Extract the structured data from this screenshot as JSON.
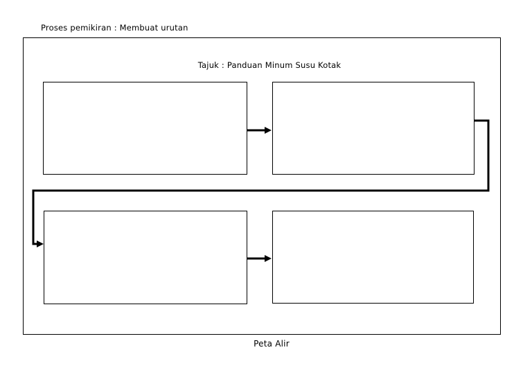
{
  "slide": {
    "header_label": "Proses pemikiran : Membuat urutan",
    "title": "Tajuk : Panduan Minum Susu Kotak",
    "footer_label": "Peta Alir",
    "boxes": [
      {
        "id": "step-1",
        "position": "top-left",
        "content": ""
      },
      {
        "id": "step-2",
        "position": "top-right",
        "content": ""
      },
      {
        "id": "step-3",
        "position": "bottom-left",
        "content": ""
      },
      {
        "id": "step-4",
        "position": "bottom-right",
        "content": ""
      }
    ],
    "connectors": [
      {
        "from": "step-1",
        "to": "step-2",
        "type": "straight-arrow"
      },
      {
        "from": "step-2",
        "to": "step-3",
        "type": "elbow-wrap-arrow"
      },
      {
        "from": "step-3",
        "to": "step-4",
        "type": "straight-arrow"
      }
    ],
    "colors": {
      "line": "#000000",
      "background": "#ffffff",
      "text": "#000000"
    }
  }
}
